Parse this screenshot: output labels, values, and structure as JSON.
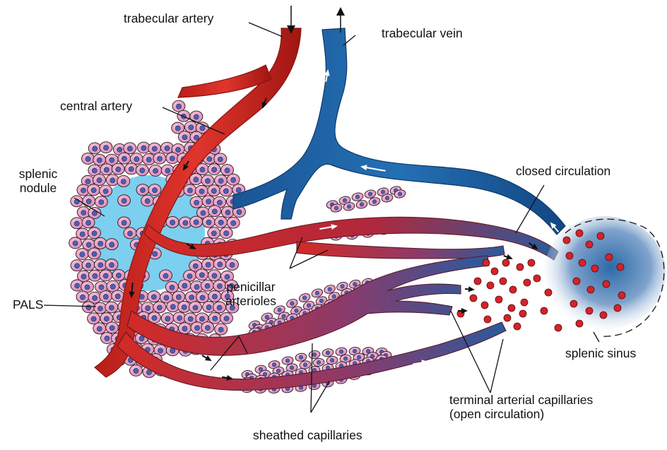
{
  "labels": {
    "trabecular_artery": "trabecular artery",
    "trabecular_vein": "trabecular vein",
    "central_artery": "central artery",
    "splenic_nodule_line1": "splenic",
    "splenic_nodule_line2": "nodule",
    "closed_circulation": "closed circulation",
    "pals": "PALS",
    "penicillar_line1": "penicillar",
    "penicillar_line2": "arterioles",
    "splenic_sinus": "splenic sinus",
    "terminal_line1": "terminal arterial capillaries",
    "terminal_line2": "(open circulation)",
    "sheathed_capillaries": "sheathed capillaries"
  },
  "colors": {
    "artery_red": "#d42a24",
    "artery_dark": "#8a1410",
    "vein_blue": "#1c5c9c",
    "vein_dark": "#0d3a6a",
    "nodule_blue": "#7ccfee",
    "cell_pink": "#e79cc0",
    "cell_nucleus": "#4f5fb0",
    "rbc_red": "#d4232b",
    "sinus_blue": "#3a76b0"
  },
  "icons": {
    "flow_arrow": "flow-arrow-icon",
    "cell": "lymphocyte-cell-icon",
    "rbc": "red-blood-cell-icon"
  }
}
